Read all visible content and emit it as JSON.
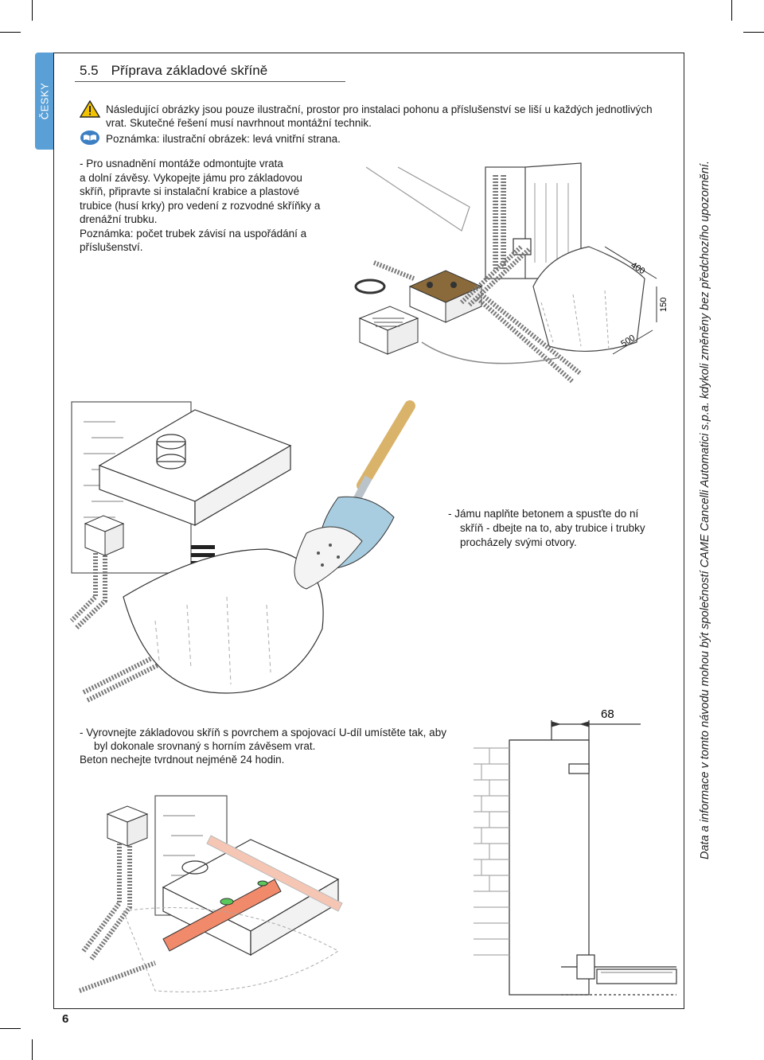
{
  "page": {
    "language_tab": "ČESKY",
    "section_number": "5.5",
    "section_title": "Příprava základové skříně",
    "page_number": "6",
    "side_note": "Data a informace v tomto návodu mohou být společností CAME Cancelli Automatici s.p.a. kdykoli změněny bez předchozího upozornění."
  },
  "notes": {
    "warning_line1": "Následující obrázky jsou pouze ilustrační, prostor pro instalaci pohonu a příslušenství se liší u každých jednotlivých",
    "warning_line2": "vrat. Skutečné řešení musí navrhnout montážní technik.",
    "book_note": "Poznámka: ilustrační obrázek: levá vnitřní strana.",
    "warning_icon": "warning-triangle-icon",
    "book_icon": "open-book-icon"
  },
  "step1": {
    "lines": [
      "-     Pro usnadnění montáže odmontujte vrata",
      "a dolní závěsy. Vykopejte jámu pro základovou",
      "skříň, připravte si instalační krabice a plastové",
      "trubice (husí krky) pro vedení z rozvodné skříňky a",
      "drenážní trubku.",
      "Poznámka: počet trubek závisí na uspořádání a",
      "příslušenství."
    ]
  },
  "step2": {
    "lines": [
      "-     Jámu naplňte betonem a spusťte do ní",
      "skříň -  dbejte na to, aby trubice i trubky",
      "procházely svými otvory."
    ]
  },
  "step3": {
    "lines": [
      "-     Vyrovnejte základovou skříň s povrchem a spojovací U-díl umístěte tak, aby",
      "byl dokonale srovnaný s horním závěsem vrat.",
      "Beton nechejte tvrdnout nejméně 24 hodin."
    ]
  },
  "dimensions": {
    "pit_length": "400",
    "pit_depth": "150",
    "pit_width": "500",
    "hinge_offset": "68"
  }
}
